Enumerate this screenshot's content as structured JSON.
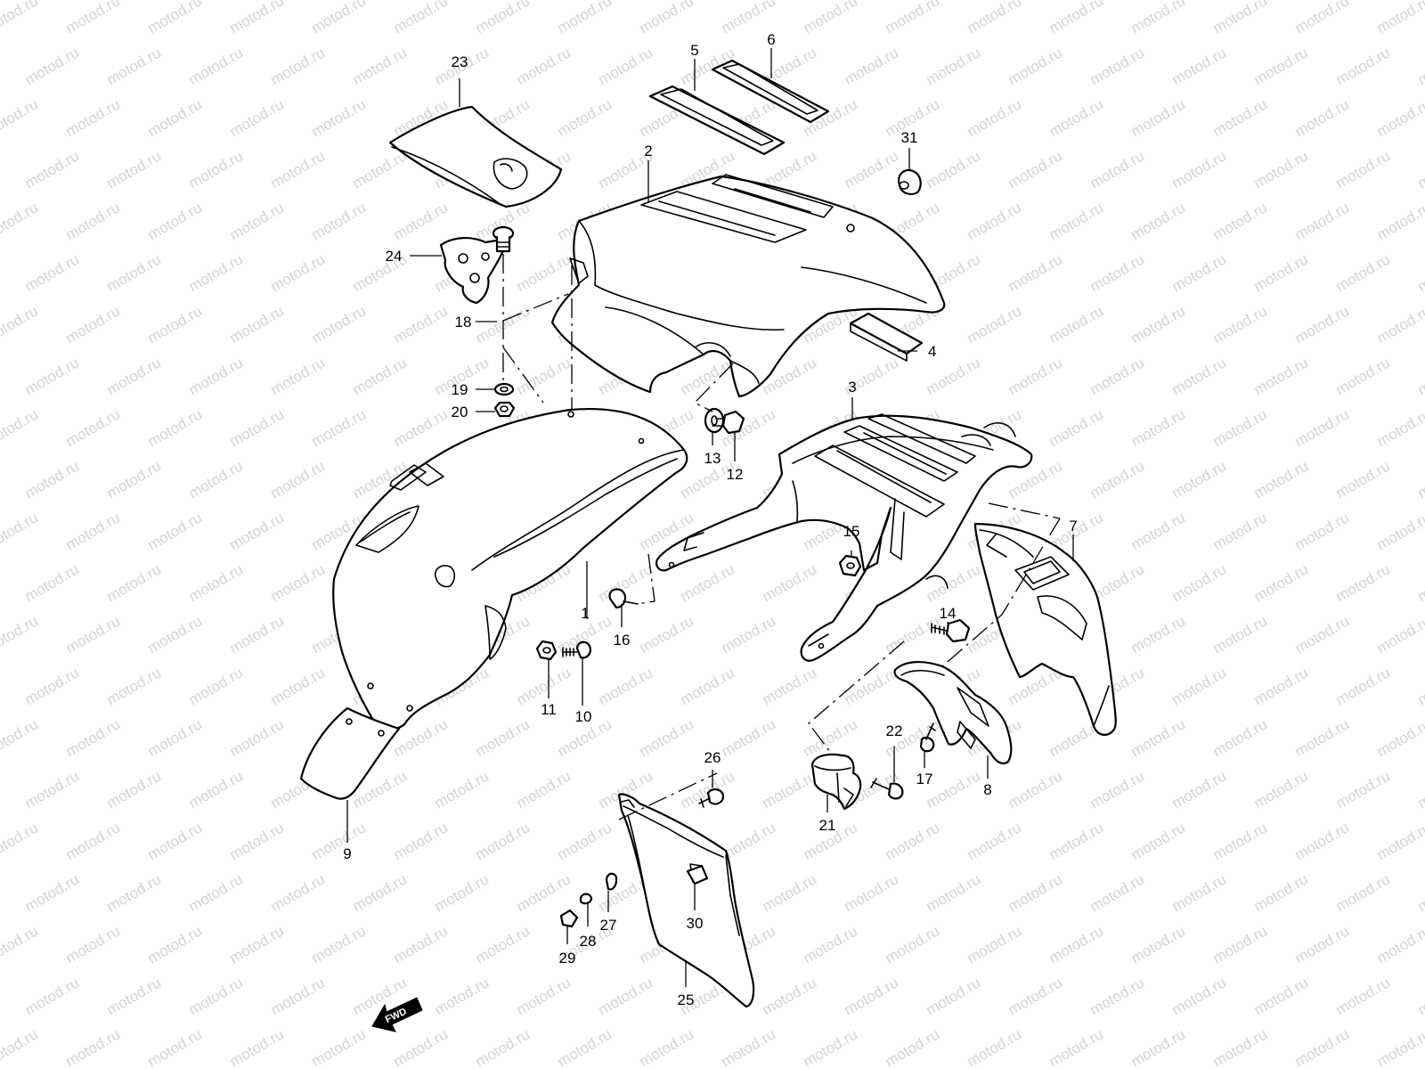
{
  "watermark": "motod.ru",
  "fwd_label": "FWD",
  "callouts": [
    "1",
    "2",
    "3",
    "4",
    "5",
    "6",
    "7",
    "8",
    "9",
    "10",
    "11",
    "12",
    "13",
    "14",
    "15",
    "16",
    "17",
    "18",
    "19",
    "20",
    "21",
    "22",
    "23",
    "24",
    "25",
    "26",
    "27",
    "28",
    "29",
    "30",
    "31"
  ],
  "colors": {
    "line": "#000000",
    "background": "#ffffff",
    "watermark": "#d4d4d4"
  }
}
